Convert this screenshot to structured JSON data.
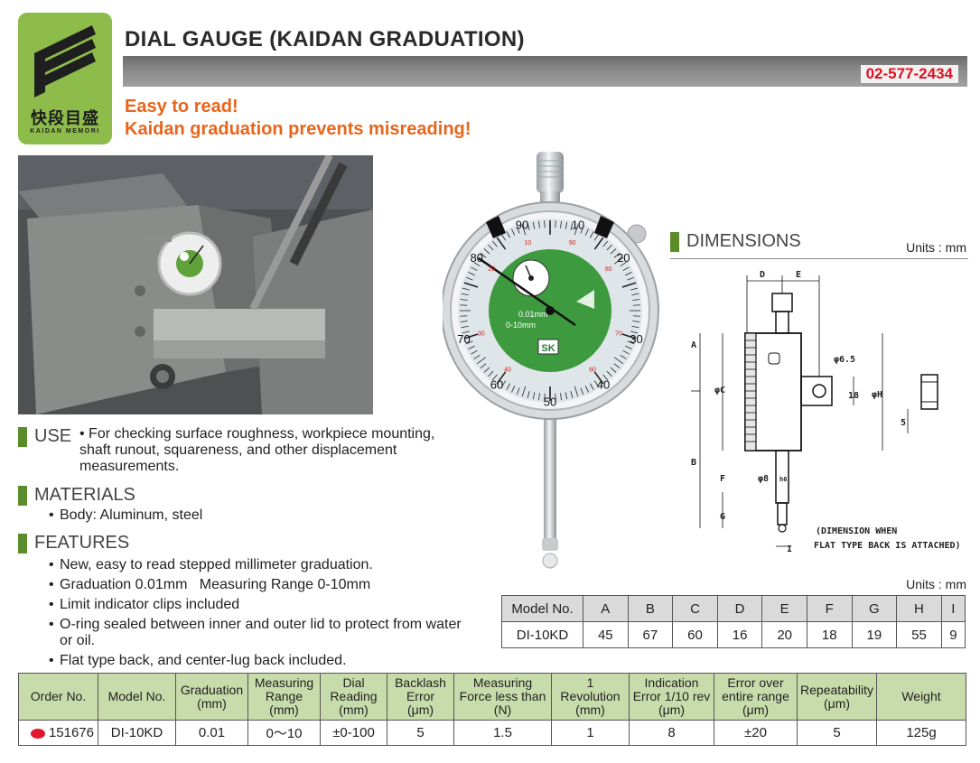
{
  "logo": {
    "kanji": "快段目盛",
    "subtitle": "KAIDAN MEMORI"
  },
  "title": "DIAL GAUGE (KAIDAN GRADUATION)",
  "phone": "02-577-2434",
  "taglines": [
    "Easy to read!",
    "Kaidan graduation prevents misreading!"
  ],
  "dial": {
    "outer_numbers": [
      "90",
      "10",
      "80",
      "20",
      "70",
      "30",
      "60",
      "40",
      "50"
    ],
    "inner_red_numbers": [
      "10",
      "90",
      "20",
      "80",
      "30",
      "70",
      "40",
      "60"
    ],
    "graduation_text": "0.01mm",
    "range_text": "0-10mm",
    "brand_text": "SK"
  },
  "use": {
    "heading": "USE",
    "text": "For checking surface roughness, workpiece mounting, shaft runout, squareness, and other displacement measurements."
  },
  "materials": {
    "heading": "MATERIALS",
    "items": [
      "Body: Aluminum, steel"
    ]
  },
  "features": {
    "heading": "FEATURES",
    "items": [
      "New, easy to read stepped millimeter graduation.",
      "Graduation 0.01mm   Measuring Range 0-10mm",
      "Limit indicator clips included",
      "O-ring sealed between inner and outer lid to protect from water or oil.",
      "Flat type back, and center-lug back included."
    ]
  },
  "dimensions": {
    "heading": "DIMENSIONS",
    "units": "Units : mm",
    "labels": {
      "D": "D",
      "E": "E",
      "A": "A",
      "B": "B",
      "C": "φC",
      "F": "F",
      "G": "G",
      "H": "φH",
      "I": "I",
      "hole": "φ6.5",
      "stem": "φ8",
      "stem_tol": "h6",
      "dim18": "18",
      "dim5": "5"
    },
    "note": [
      "(DIMENSION WHEN",
      "FLAT TYPE BACK IS ATTACHED)"
    ]
  },
  "dim_table": {
    "units": "Units : mm",
    "headers": [
      "Model No.",
      "A",
      "B",
      "C",
      "D",
      "E",
      "F",
      "G",
      "H",
      "I"
    ],
    "rows": [
      [
        "DI-10KD",
        "45",
        "67",
        "60",
        "16",
        "20",
        "18",
        "19",
        "55",
        "9"
      ]
    ]
  },
  "spec_table": {
    "headers": [
      [
        "Order No."
      ],
      [
        "Model No."
      ],
      [
        "Graduation",
        "(mm)"
      ],
      [
        "Measuring",
        "Range",
        "(mm)"
      ],
      [
        "Dial",
        "Reading",
        "(mm)"
      ],
      [
        "Backlash",
        "Error",
        "(μm)"
      ],
      [
        "Measuring",
        "Force less than",
        "(N)"
      ],
      [
        "1",
        "Revolution",
        "(mm)"
      ],
      [
        "Indication",
        "Error 1/10 rev",
        "(μm)"
      ],
      [
        "Error over",
        "entire range",
        "(μm)"
      ],
      [
        "Repeatability",
        "(μm)"
      ],
      [
        "Weight"
      ]
    ],
    "rows": [
      [
        "151676",
        "DI-10KD",
        "0.01",
        "0～10",
        "±0-100",
        "5",
        "1.5",
        "1",
        "8",
        "±20",
        "5",
        "125g"
      ]
    ]
  },
  "colors": {
    "accent_green": "#5b8c2a",
    "phone_red": "#e01020",
    "tagline_orange": "#e8651a",
    "header_green": "#c8dcab"
  }
}
